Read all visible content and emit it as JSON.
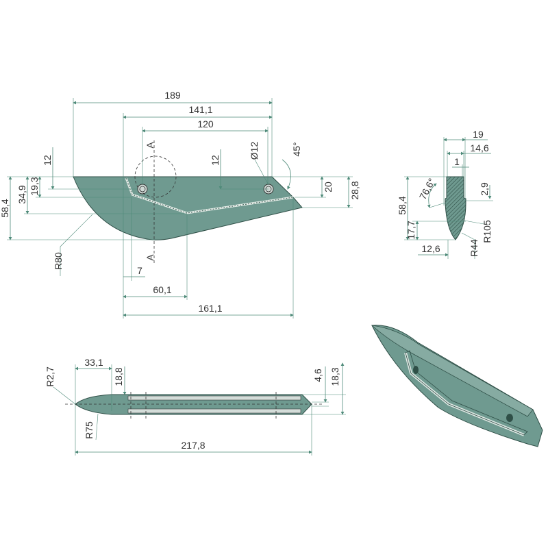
{
  "colors": {
    "part_fill": "#6f9a90",
    "dimension_line": "#4e8a79",
    "text": "#333333"
  },
  "side_view": {
    "dims": {
      "overall_length": "189",
      "length_141": "141,1",
      "hole_spacing": "120",
      "hole_offset_left": "12",
      "hole_offset_right": "12",
      "hole_diameter": "Ø12",
      "angle": "45°",
      "height_total": "58,4",
      "height_34": "34,9",
      "height_19": "19,3",
      "height_20": "20",
      "height_28": "28,8",
      "radius": "R80",
      "offset_7": "7",
      "length_60": "60,1",
      "length_161": "161,1",
      "section_top": "A",
      "section_bottom": "A"
    }
  },
  "section_view": {
    "dims": {
      "width_19": "19",
      "width_14": "14,6",
      "width_1": "1",
      "height_total": "58,4",
      "angle": "76,6°",
      "step_29": "2,9",
      "height_17": "17,7",
      "width_12": "12,6",
      "radius_44": "R44",
      "radius_105": "R105"
    }
  },
  "top_view": {
    "dims": {
      "tip_radius": "R2,7",
      "nose_length": "33,1",
      "width_18_8": "18,8",
      "radius_75": "R75",
      "overall_length": "217,8",
      "width_4_6": "4,6",
      "width_18_3": "18,3"
    }
  }
}
